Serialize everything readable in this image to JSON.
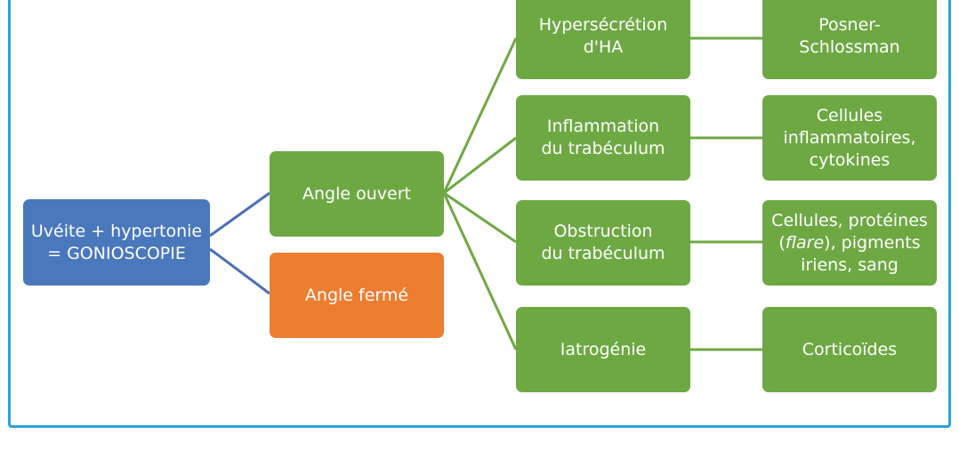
{
  "colors": {
    "frame": "#29a3dc",
    "root": "#4a78bd",
    "open_angle": "#6ea843",
    "closed_angle": "#ec7d31",
    "link_root": "#4a6fb5",
    "link_green": "#6ea843"
  },
  "diagram": {
    "root": {
      "label": "Uvéite + hypertonie\n= GONIOSCOPIE"
    },
    "angle_open": {
      "label": "Angle ouvert"
    },
    "angle_closed": {
      "label": "Angle fermé"
    },
    "mechanisms": [
      {
        "label": "Hypersécrétion\nd'HA",
        "cause": "Posner-\nSchlossman"
      },
      {
        "label": "Inflammation\ndu trabéculum",
        "cause": "Cellules\ninflammatoires,\ncytokines"
      },
      {
        "label": "Obstruction\ndu trabéculum",
        "cause_parts": [
          "Cellules, protéines\n(",
          "flare",
          "), pigments\niriens, sang"
        ]
      },
      {
        "label": "Iatrogénie",
        "cause": "Corticoïdes"
      }
    ]
  }
}
